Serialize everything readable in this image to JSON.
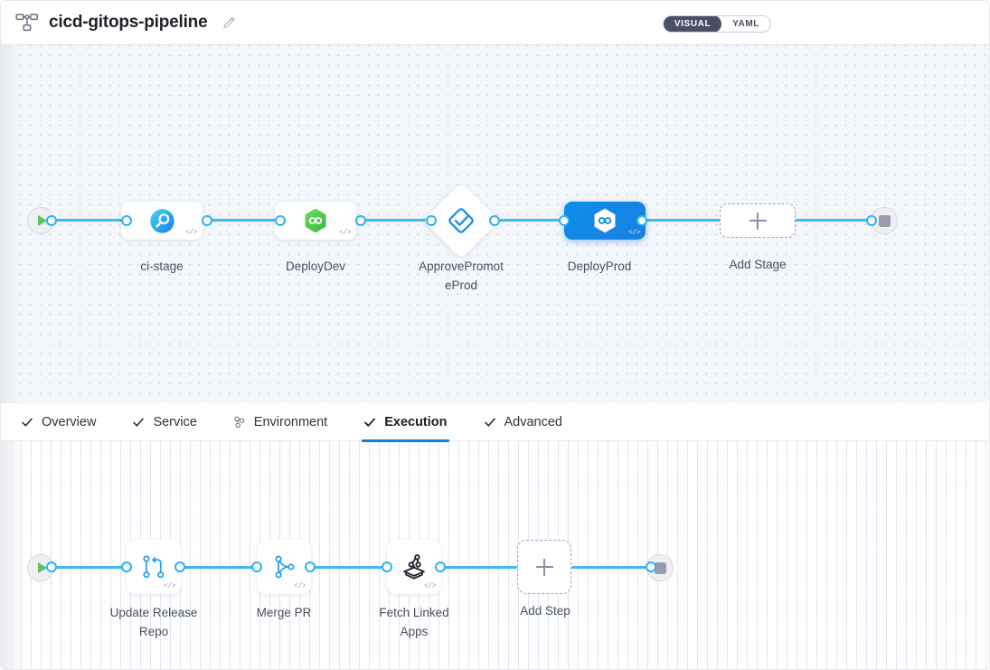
{
  "header": {
    "icon": "pipeline-flow-icon",
    "title": "cicd-gitops-pipeline",
    "edit_icon": "pencil-icon",
    "view_toggle": {
      "options": [
        "VISUAL",
        "YAML"
      ],
      "active": "VISUAL"
    }
  },
  "pipeline": {
    "start_node": {
      "icon": "play-icon"
    },
    "end_node": {
      "icon": "stop-icon"
    },
    "stages": [
      {
        "id": "ci-stage",
        "label": "ci-stage",
        "icon": "harness-ci-icon",
        "type": "stage",
        "selected": false,
        "code_badge": "</>"
      },
      {
        "id": "deploy-dev",
        "label": "DeployDev",
        "icon": "harness-cd-hexagon-icon",
        "type": "stage",
        "selected": false,
        "code_badge": "</>"
      },
      {
        "id": "approve-promote-prod",
        "label": "ApprovePromotePro d",
        "label_line1": "ApprovePromot",
        "label_line2": "eProd",
        "icon": "approval-diamond-icon",
        "type": "approval",
        "selected": false
      },
      {
        "id": "deploy-prod",
        "label": "DeployProd",
        "icon": "harness-cd-hexagon-icon",
        "type": "stage",
        "selected": true,
        "code_badge": "</>"
      }
    ],
    "add_stage": {
      "label": "Add Stage",
      "icon": "plus-icon"
    }
  },
  "tabs": [
    {
      "id": "overview",
      "label": "Overview",
      "icon": "check-icon",
      "active": false
    },
    {
      "id": "service",
      "label": "Service",
      "icon": "check-icon",
      "active": false
    },
    {
      "id": "environment",
      "label": "Environment",
      "icon": "environment-cluster-icon",
      "active": false
    },
    {
      "id": "execution",
      "label": "Execution",
      "icon": "check-icon",
      "active": true
    },
    {
      "id": "advanced",
      "label": "Advanced",
      "icon": "check-icon",
      "active": false
    }
  ],
  "execution": {
    "start_node": {
      "icon": "play-icon"
    },
    "end_node": {
      "icon": "stop-icon"
    },
    "steps": [
      {
        "id": "update-release-repo",
        "label": "Update Release Repo",
        "label_line1": "Update Release",
        "label_line2": "Repo",
        "icon": "git-update-release-repo-icon",
        "code_badge": "</>"
      },
      {
        "id": "merge-pr",
        "label": "Merge PR",
        "label_line1": "Merge PR",
        "label_line2": "",
        "icon": "git-branch-merge-icon",
        "code_badge": "</>"
      },
      {
        "id": "fetch-linked-apps",
        "label": "Fetch Linked Apps",
        "label_line1": "Fetch Linked",
        "label_line2": "Apps",
        "icon": "gitops-fetch-apps-icon",
        "code_badge": "</>"
      }
    ],
    "add_step": {
      "label": "Add Step",
      "icon": "plus-icon"
    }
  },
  "colors": {
    "accent_blue": "#28b3f5",
    "selected_stage": "#0b8ee8",
    "canvas_top_bg": "#f3f7fb",
    "tab_active_underline": "#0a86e0",
    "start_green": "#5fc25f",
    "cd_green": "#4ec94e"
  }
}
